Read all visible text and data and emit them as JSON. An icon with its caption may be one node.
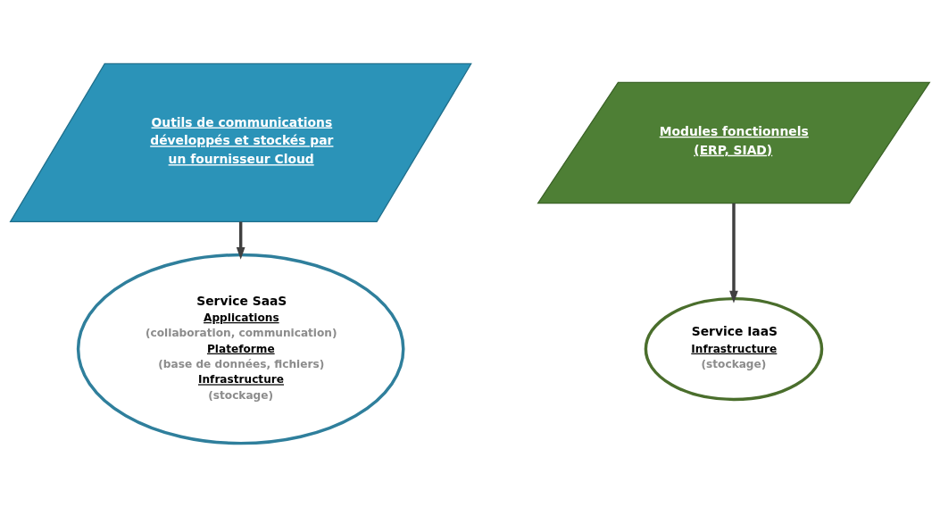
{
  "diagram": {
    "nodes": [
      {
        "text": [
          "Outils de communications développés et stockés par un fournisseur Cloud"
        ]
      },
      {
        "text": [
          "Service SaaS",
          "Applications",
          "(collaboration, communication)",
          "Plateforme",
          "(base de données, fichiers)",
          "Infrastructure",
          "(stockage)"
        ]
      },
      {
        "text": [
          "Modules fonctionnels (ERP, SIAD)"
        ]
      },
      {
        "text": [
          "Service IaaS",
          "Infrastructure",
          "(stockage)"
        ]
      }
    ],
    "edges": [
      {
        "from": 0,
        "to": 1,
        "arrow": "to"
      },
      {
        "from": 2,
        "to": 3,
        "arrow": "to"
      }
    ]
  }
}
